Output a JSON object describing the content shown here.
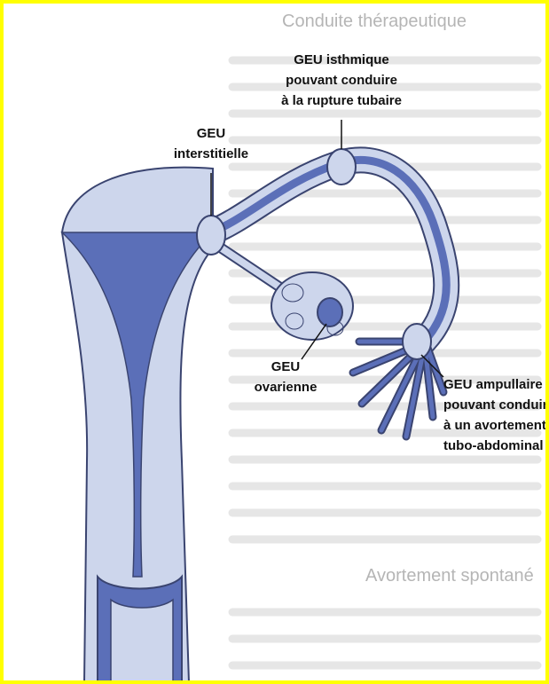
{
  "background_page": {
    "heading_top": "Conduite thérapeutique",
    "heading_bottom": "Avortement spontané"
  },
  "labels": {
    "isthmique": [
      "GEU isthmique",
      "pouvant conduire",
      "à la rupture tubaire"
    ],
    "interstitielle": [
      "GEU",
      "interstitielle"
    ],
    "ovarienne": [
      "GEU",
      "ovarienne"
    ],
    "ampullaire": [
      "GEU ampullaire",
      "pouvant conduire",
      "à un avortement",
      "tubo-abdominal"
    ]
  },
  "colors": {
    "border": "#ffff00",
    "tissue_light": "#cdd6ec",
    "tissue_dark": "#5b6fb8",
    "outline": "#3a4470"
  }
}
